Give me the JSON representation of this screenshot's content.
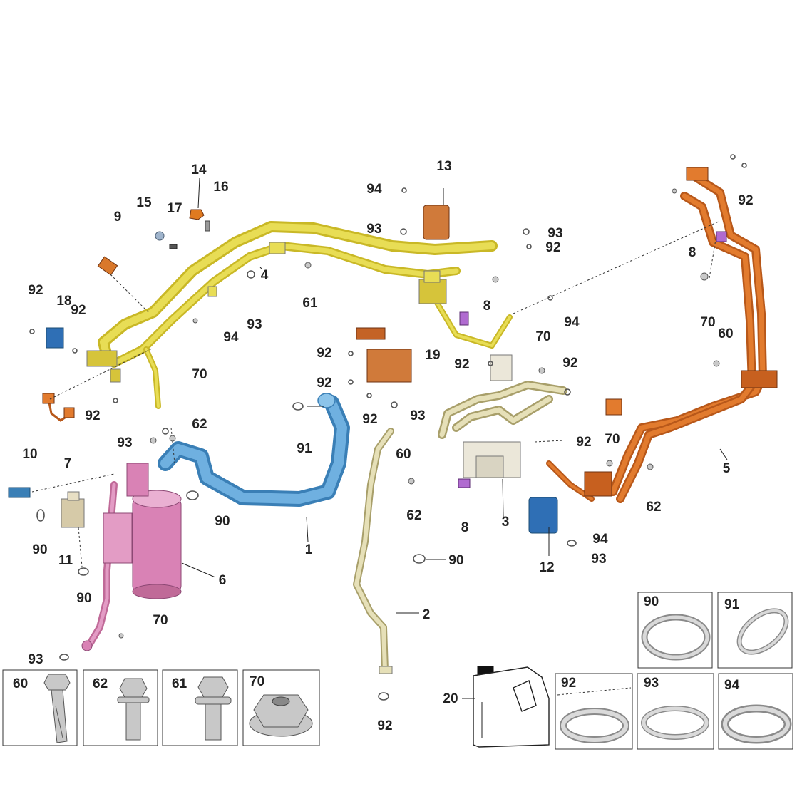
{
  "callouts": {
    "c1": "1",
    "c2": "2",
    "c3": "3",
    "c4": "4",
    "c5": "5",
    "c6": "6",
    "c7": "7",
    "c8a": "8",
    "c8b": "8",
    "c8c": "8",
    "c9": "9",
    "c10": "10",
    "c11": "11",
    "c12": "12",
    "c13": "13",
    "c14": "14",
    "c15": "15",
    "c16": "16",
    "c17": "17",
    "c18": "18",
    "c19": "19",
    "c20": "20",
    "c60a": "60",
    "c60b": "60",
    "c61": "61",
    "c62a": "62",
    "c62b": "62",
    "c62c": "62",
    "c70a": "70",
    "c70b": "70",
    "c70c": "70",
    "c70d": "70",
    "c70e": "70",
    "c90a": "90",
    "c90b": "90",
    "c90c": "90",
    "c90d": "90",
    "c91": "91",
    "c92a": "92",
    "c92b": "92",
    "c92c": "92",
    "c92d": "92",
    "c92e": "92",
    "c92f": "92",
    "c92g": "92",
    "c92h": "92",
    "c92i": "92",
    "c92j": "92",
    "c92k": "92",
    "c93a": "93",
    "c93b": "93",
    "c93c": "93",
    "c93d": "93",
    "c93e": "93",
    "c93f": "93",
    "c93g": "93",
    "c94a": "94",
    "c94b": "94",
    "c94c": "94",
    "c94d": "94"
  },
  "detail_boxes": {
    "b60": "60",
    "b62": "62",
    "b61": "61",
    "b70": "70",
    "b90": "90",
    "b91": "91",
    "b92": "92",
    "b93": "93",
    "b94": "94"
  },
  "colors": {
    "yellow_lines": "#d8c832",
    "orange_lines": "#d2691e",
    "blue_hose": "#4a90c8",
    "pink_dryer": "#d982b5",
    "cream_pipe": "#e6e0b8"
  }
}
